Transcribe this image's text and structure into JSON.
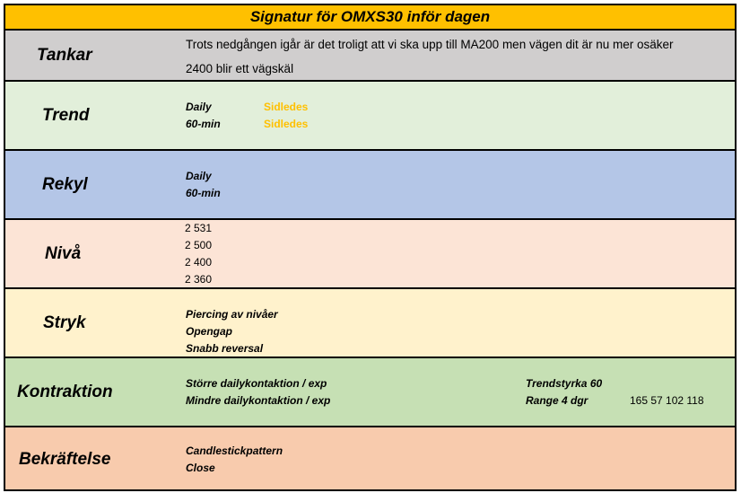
{
  "title": "Signatur för OMXS30 inför dagen",
  "rows": {
    "tankar": {
      "label": "Tankar",
      "line1": "Trots nedgången igår är det troligt att vi ska upp till MA200 men vägen dit är nu mer osäker",
      "line2": "2400 blir ett vägskäl"
    },
    "trend": {
      "label": "Trend",
      "daily_label": "Daily",
      "daily_value": "Sidledes",
      "min60_label": "60-min",
      "min60_value": "Sidledes"
    },
    "rekyl": {
      "label": "Rekyl",
      "daily_label": "Daily",
      "min60_label": "60-min"
    },
    "niva": {
      "label": "Nivå",
      "levels": [
        "2 531",
        "2 500",
        "2 400",
        "2 360"
      ]
    },
    "stryk": {
      "label": "Stryk",
      "items": [
        "Piercing av nivåer",
        "Opengap",
        "Snabb reversal"
      ]
    },
    "kontraktion": {
      "label": "Kontraktion",
      "left1": "Större dailykontaktion / exp",
      "left2": "Mindre dailykontaktion / exp",
      "right1": "Trendstyrka 60",
      "right2": "Range 4 dgr",
      "range_values": "165 57 102 118"
    },
    "bekraftelse": {
      "label": "Bekräftelse",
      "items": [
        "Candlestickpattern",
        "Close"
      ]
    }
  },
  "colors": {
    "title_bg": "#ffc000",
    "tankar_bg": "#d0cece",
    "trend_bg": "#e2efda",
    "rekyl_bg": "#b4c6e7",
    "niva_bg": "#fce4d6",
    "stryk_bg": "#fff2cc",
    "kontraktion_bg": "#c6e0b4",
    "bekraftelse_bg": "#f8cbad",
    "sidledes_text": "#ffc000"
  }
}
